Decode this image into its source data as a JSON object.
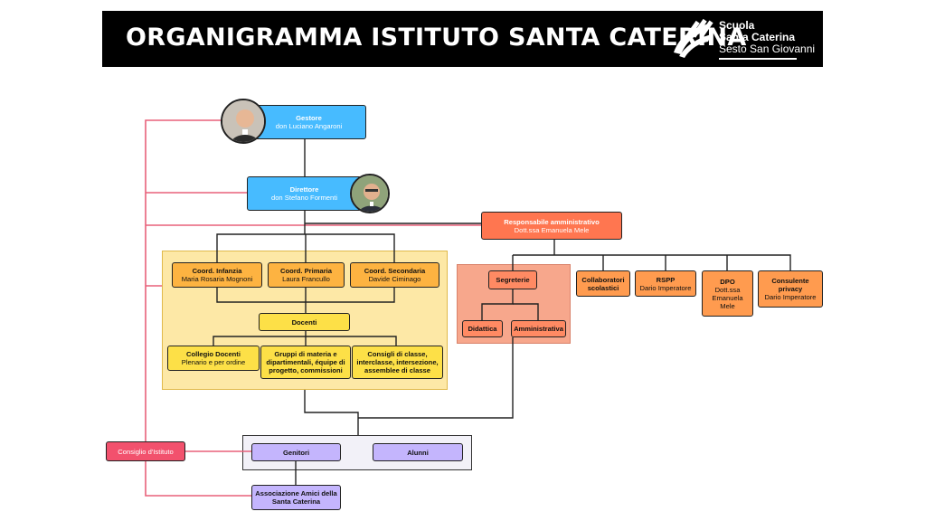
{
  "header": {
    "title": "ORGANIGRAMMA ISTITUTO SANTA CATERINA"
  },
  "logo": {
    "line1": "Scuola",
    "line2": "Santa Caterina",
    "line3": "Sesto San Giovanni"
  },
  "nodes": {
    "gestore": {
      "title": "Gestore",
      "name": "don Luciano Angaroni"
    },
    "direttore": {
      "title": "Direttore",
      "name": "don Stefano Formenti"
    },
    "responsabile": {
      "title": "Responsabile amministrativo",
      "name": "Dott.ssa Emanuela Mele"
    },
    "coord_infanzia": {
      "title": "Coord. Infanzia",
      "name": "Maria Rosaria Mognoni"
    },
    "coord_primaria": {
      "title": "Coord. Primaria",
      "name": "Laura Francullo"
    },
    "coord_secondaria": {
      "title": "Coord. Secondaria",
      "name": "Davide Ciminago"
    },
    "docenti": {
      "title": "Docenti"
    },
    "collegio": {
      "title": "Collegio Docenti",
      "name": "Plenario e per ordine"
    },
    "gruppi": {
      "title": "Gruppi di materia e dipartimentali, équipe di progetto, commissioni"
    },
    "consigli_classe": {
      "title": "Consigli di classe, interclasse, intersezione, assemblee di classe"
    },
    "segreterie": {
      "title": "Segreterie"
    },
    "didattica": {
      "title": "Didattica"
    },
    "amministrativa": {
      "title": "Amministrativa"
    },
    "collaboratori": {
      "title": "Collaboratori scolastici"
    },
    "rspp": {
      "title": "RSPP",
      "name": "Dario Imperatore"
    },
    "dpo": {
      "title": "DPO",
      "name": "Dott.ssa Emanuela Mele"
    },
    "consulente": {
      "title": "Consulente privacy",
      "name": "Dario Imperatore"
    },
    "consiglio_istituto": {
      "title": "Consiglio d'Istituto"
    },
    "genitori": {
      "title": "Genitori"
    },
    "alunni": {
      "title": "Alunni"
    },
    "associazione": {
      "title": "Associazione Amici della Santa Caterina"
    }
  },
  "colors": {
    "blue": "#47bbff",
    "orange": "#ff9b4f",
    "yellow": "#fde047",
    "violet": "#c4b5fd",
    "red": "#f2516d",
    "red_line": "#e8617a"
  },
  "icons": [
    "gestore-photo",
    "direttore-photo",
    "school-logo-icon"
  ]
}
